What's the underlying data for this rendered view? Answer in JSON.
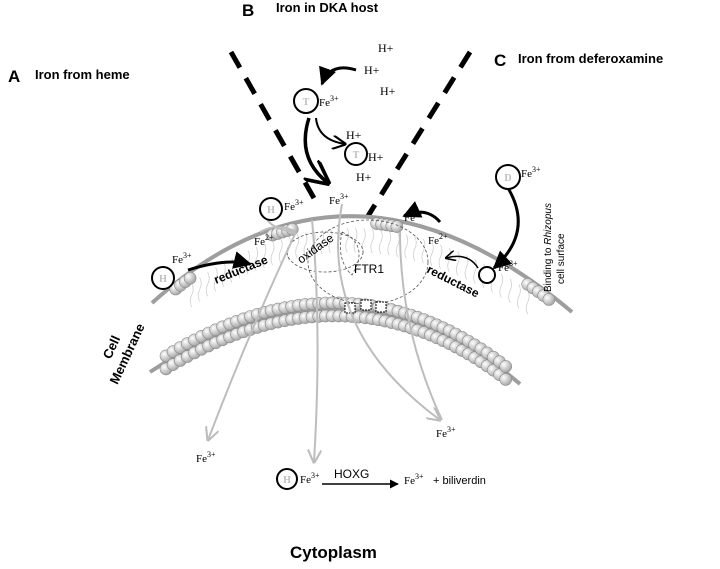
{
  "panels": {
    "a": {
      "letter": "A",
      "title": "Iron from heme"
    },
    "b": {
      "letter": "B",
      "title": "Iron in DKA host"
    },
    "c": {
      "letter": "C",
      "title": "Iron from deferoxamine"
    }
  },
  "labels": {
    "reductase_left": "reductase",
    "reductase_right": "reductase",
    "oxidase": "oxidase",
    "ftr1": "FTR1",
    "cell_membrane_line1": "Cell",
    "cell_membrane_line2": "Membrane",
    "binding_line1_prefix": "Binding to ",
    "binding_line1_italic": "Rhizopus",
    "binding_line2": "cell surface",
    "hoxg": "HOXG",
    "biliverdin": "+ biliverdin",
    "cytoplasm": "Cytoplasm"
  },
  "species": {
    "fe": "Fe",
    "fe3_charge": "3+",
    "fe2_charge": "2+",
    "h_plus": "H+",
    "heme_letter": "H",
    "transferrin_letter": "T",
    "deferoxamine_letter": "D"
  }
}
